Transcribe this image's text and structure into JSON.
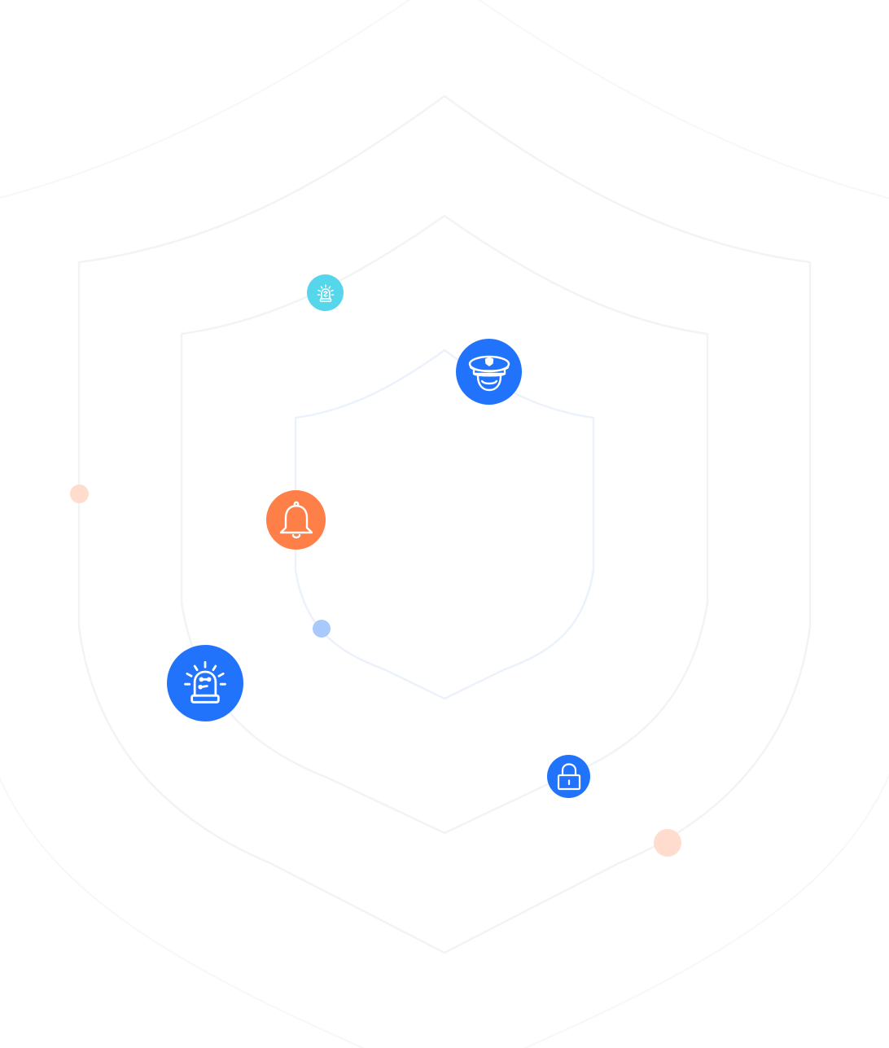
{
  "colors": {
    "background": "#ffffff",
    "shield_outer": "#f3f4f6",
    "shield_middle": "#f2f4f7",
    "shield_inner": "#eef3fb",
    "primary_blue": "#2173fc",
    "accent_orange": "#ff7f48",
    "accent_cyan": "#56d6ea",
    "dot_peach": "#ffdccd",
    "dot_light_blue": "#a9c9fd",
    "icon_stroke": "#ffffff"
  },
  "icons": [
    {
      "name": "siren-icon",
      "color": "primary_blue"
    },
    {
      "name": "small-siren-icon",
      "color": "accent_cyan"
    },
    {
      "name": "police-officer-icon",
      "color": "primary_blue"
    },
    {
      "name": "bell-icon",
      "color": "accent_orange"
    },
    {
      "name": "padlock-icon",
      "color": "primary_blue"
    }
  ],
  "decorative_dots": [
    {
      "name": "peach-dot-left",
      "color": "dot_peach"
    },
    {
      "name": "light-blue-dot",
      "color": "dot_light_blue"
    },
    {
      "name": "peach-dot-right",
      "color": "dot_peach"
    }
  ]
}
